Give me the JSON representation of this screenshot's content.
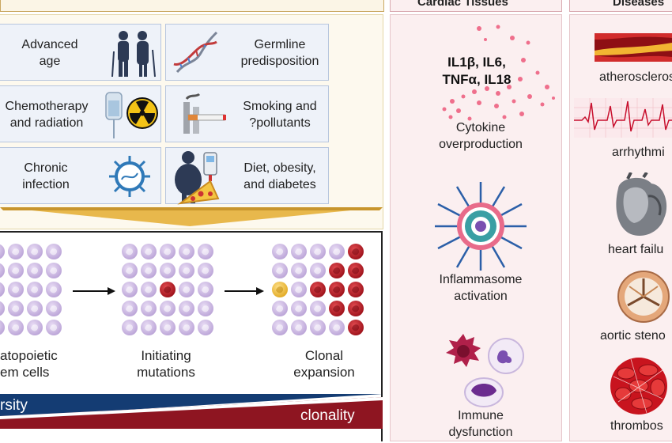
{
  "headers": {
    "tissues": "Cardiac Tissues",
    "diseases": "Diseases"
  },
  "risk_factors": [
    {
      "label": "Advanced\nage"
    },
    {
      "label": "Germline\npredisposition"
    },
    {
      "label": "Chemotherapy\nand radiation"
    },
    {
      "label": "Smoking and\n?pollutants"
    },
    {
      "label": "Chronic\ninfection"
    },
    {
      "label": "Diet, obesity,\nand diabetes"
    }
  ],
  "stages": [
    {
      "label": "atopoietic\nem cells"
    },
    {
      "label": "Initiating\nmutations"
    },
    {
      "label": "Clonal\nexpansion"
    }
  ],
  "gradient": {
    "left_label": "rsity",
    "right_label": "clonality"
  },
  "tissue_effects": {
    "cytokines": "IL1β, IL6,\nTNFα, IL18",
    "items": [
      {
        "label": "Cytokine\noverproduction"
      },
      {
        "label": "Inflammasome\nactivation"
      },
      {
        "label": "Immune\ndysfunction"
      }
    ]
  },
  "diseases": [
    {
      "label": "atheroscleros"
    },
    {
      "label": "arrhythmi"
    },
    {
      "label": "heart failu"
    },
    {
      "label": "aortic steno"
    },
    {
      "label": "thrombos"
    }
  ],
  "colors": {
    "risk_panel": "#fdf9ee",
    "risk_box": "#eef2f9",
    "tissue_panel": "#fbeff0",
    "funnel": "#e8b84c",
    "normal_cell": "#cbb8e0",
    "mutant_cell": "#b3141e",
    "yellow_cell": "#f0c040",
    "diversity_blue": "#143c73",
    "clonality_red": "#8e1521"
  },
  "icons": [
    "elderly-couple-icon",
    "dna-helix-icon",
    "iv-bag-icon",
    "radiation-icon",
    "factory-icon",
    "cigarette-icon",
    "virus-icon",
    "obese-person-icon",
    "glucometer-icon",
    "pizza-icon",
    "inflammasome-icon",
    "immune-cells-icon",
    "artery-plaque-icon",
    "ecg-icon",
    "heart-icon",
    "aortic-valve-icon",
    "thrombus-icon"
  ]
}
